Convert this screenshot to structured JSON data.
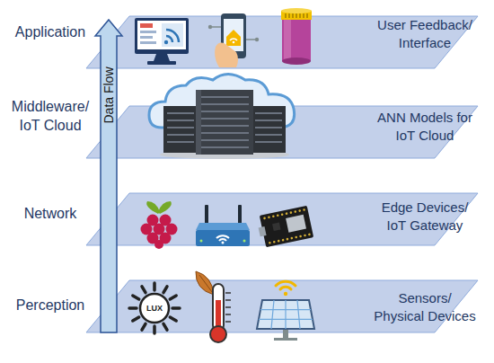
{
  "diagram": {
    "nodes": [
      {
        "text": [
          "Application",
          "User Feedback/ Interface"
        ]
      },
      {
        "text": [
          "Middleware/ IoT Cloud",
          "ANN Models for IoT Cloud"
        ]
      },
      {
        "text": [
          "Network",
          "Edge Devices/ IoT Gateway"
        ]
      },
      {
        "text": [
          "Perception",
          "Sensors/ Physical Devices"
        ]
      }
    ],
    "edges": [
      {
        "from": 3,
        "to": 0,
        "arrow": "to",
        "label": "Data Flow"
      }
    ],
    "labels": [
      "LUX"
    ]
  }
}
